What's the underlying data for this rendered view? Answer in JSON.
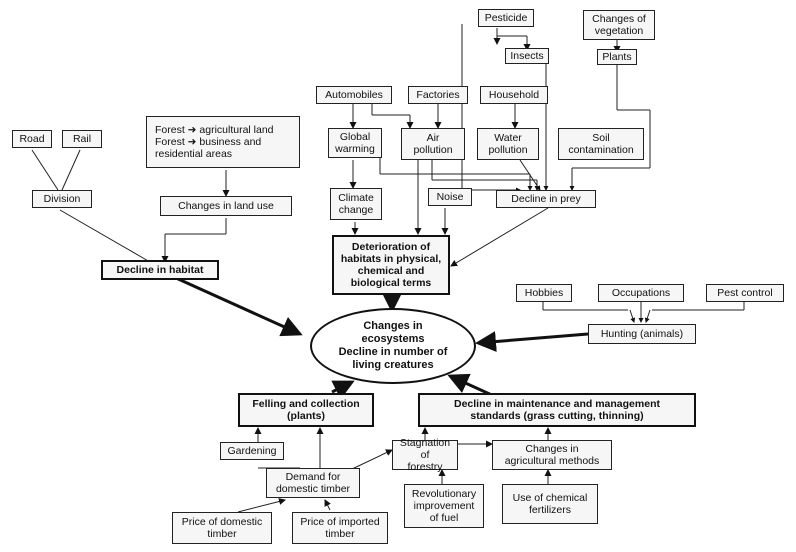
{
  "nodes": {
    "pesticide": "Pesticide",
    "changes_vegetation": "Changes of\nvegetation",
    "insects": "Insects",
    "plants": "Plants",
    "automobiles": "Automobiles",
    "factories": "Factories",
    "household": "Household",
    "road": "Road",
    "rail": "Rail",
    "forest_conversion": "Forest ➜ agricultural land\nForest ➜ business and\n               residential areas",
    "global_warming": "Global\nwarming",
    "air_pollution": "Air\npollution",
    "water_pollution": "Water\npollution",
    "soil_contamination": "Soil\ncontamination",
    "division": "Division",
    "changes_land_use": "Changes in land use",
    "climate_change": "Climate\nchange",
    "noise": "Noise",
    "decline_prey": "Decline in prey",
    "decline_habitat": "Decline in habitat",
    "deterioration": "Deterioration of\nhabitats in physical,\nchemical and\nbiological terms",
    "hobbies": "Hobbies",
    "occupations": "Occupations",
    "pest_control": "Pest control",
    "hunting": "Hunting (animals)",
    "center": "Changes in\necosystems\nDecline in number of\nliving creatures",
    "felling": "Felling and collection\n(plants)",
    "decline_maintenance": "Decline in maintenance and management\nstandards (grass cutting,  thinning)",
    "gardening": "Gardening",
    "stagnation": "Stagnation of\nforestry",
    "changes_agri": "Changes in\nagricultural methods",
    "demand_timber": "Demand for\ndomestic timber",
    "revolutionary": "Revolutionary\nimprovement\nof fuel",
    "chemical_fert": "Use of  chemical\nfertilizers",
    "price_domestic": "Price of  domestic\ntimber",
    "price_imported": "Price of imported\ntimber"
  }
}
